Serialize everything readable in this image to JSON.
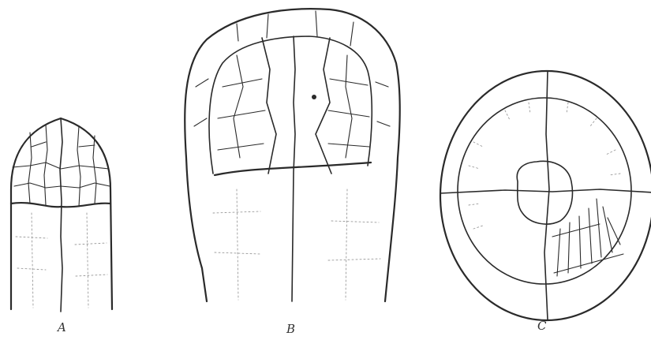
{
  "figure": {
    "panels": [
      {
        "id": "a",
        "label": "A"
      },
      {
        "id": "b",
        "label": "B"
      },
      {
        "id": "c",
        "label": "C"
      }
    ]
  },
  "colors": {
    "ink": "#2a2a2a",
    "paper": "#ffffff",
    "faint": "#9a9a9a"
  }
}
